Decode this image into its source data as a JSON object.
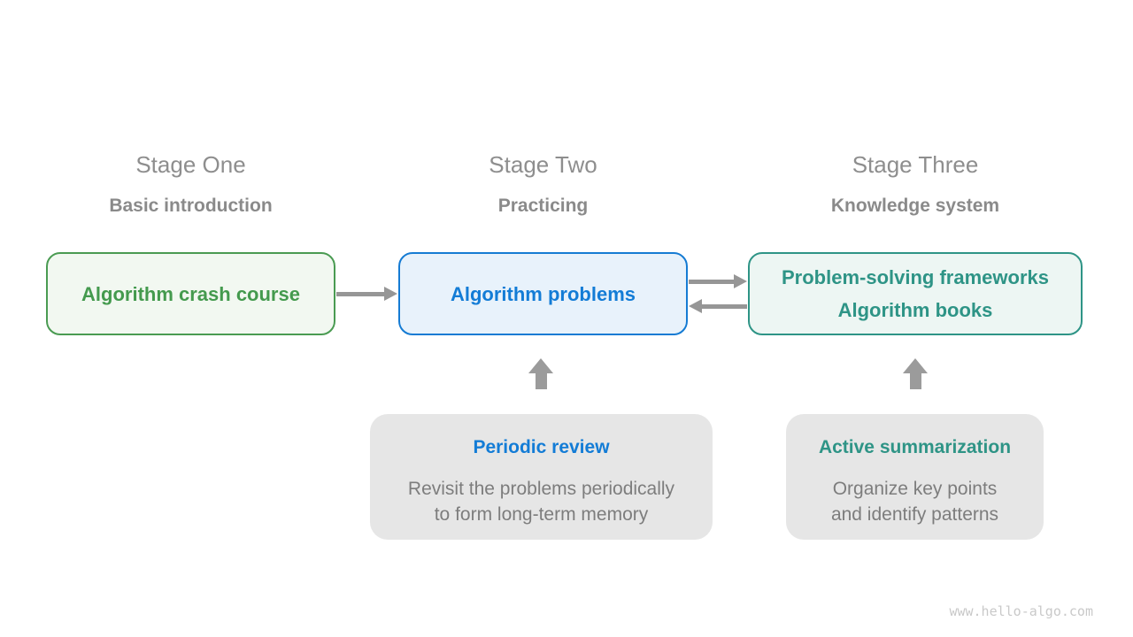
{
  "page": {
    "background": "#ffffff",
    "watermark": "www.hello-algo.com"
  },
  "colors": {
    "stage_title_gray": "#8e8e8e",
    "stage_subtitle_gray": "#8a8a8a",
    "green_text": "#449a4e",
    "green_border": "#4a9b52",
    "green_bg": "#f2f8f1",
    "blue_text": "#137cd6",
    "blue_border": "#157bd3",
    "blue_bg": "#e8f2fb",
    "teal_text": "#2e9486",
    "teal_border": "#2e9486",
    "teal_bg": "#edf6f3",
    "arrow_gray": "#969696",
    "note_bg": "#e6e6e6",
    "note_desc_gray": "#7d7d7d",
    "watermark_gray": "#c9c9c9"
  },
  "stages": [
    {
      "title": "Stage One",
      "subtitle": "Basic introduction",
      "box": {
        "lines": [
          "Algorithm crash course"
        ]
      }
    },
    {
      "title": "Stage Two",
      "subtitle": "Practicing",
      "box": {
        "lines": [
          "Algorithm problems"
        ]
      }
    },
    {
      "title": "Stage Three",
      "subtitle": "Knowledge system",
      "box": {
        "lines": [
          "Problem-solving frameworks",
          "Algorithm books"
        ]
      }
    }
  ],
  "notes": [
    {
      "title": "Periodic review",
      "lines": [
        "Revisit the problems periodically",
        "to form long-term memory"
      ]
    },
    {
      "title": "Active summarization",
      "lines": [
        "Organize key points",
        "and identify patterns"
      ]
    }
  ]
}
